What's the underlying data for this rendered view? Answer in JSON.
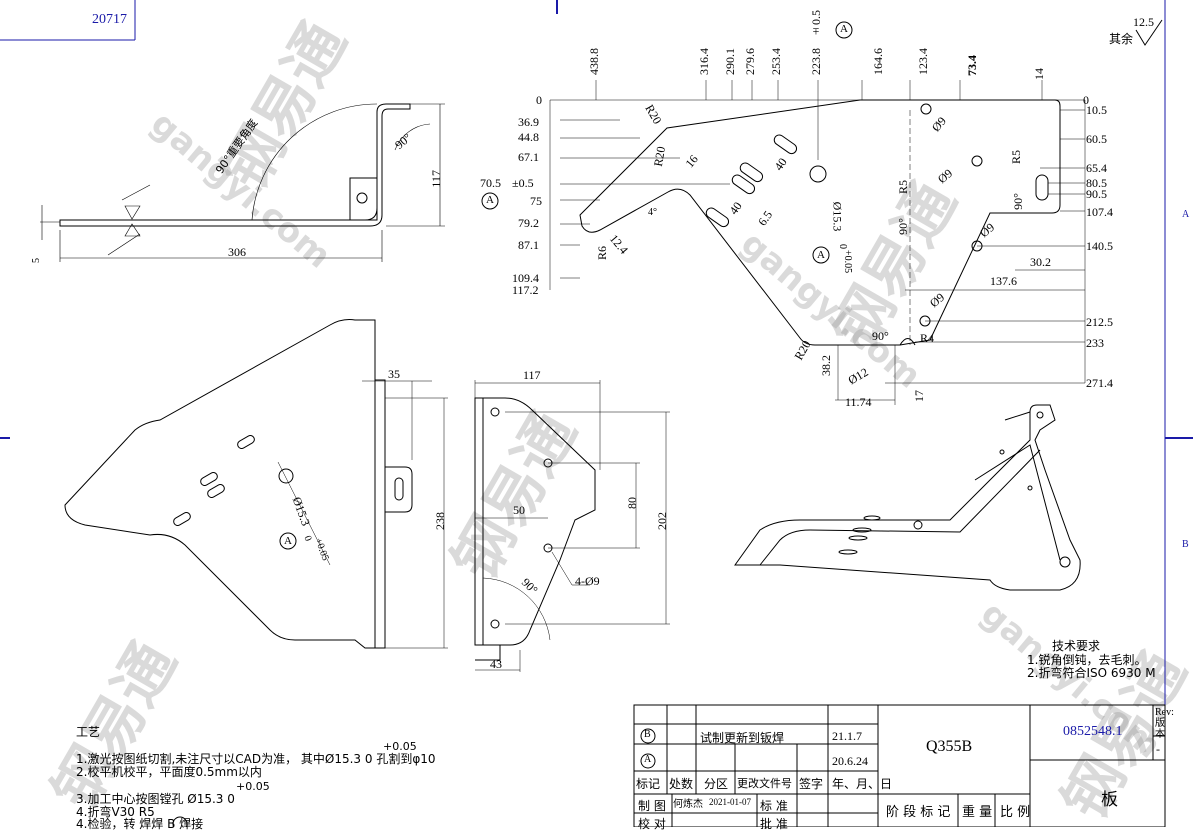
{
  "drawing_number_top": "20717",
  "roughness": {
    "value": "12.5",
    "label": "其余"
  },
  "top_view": {
    "dims_vertical": [
      "0",
      "36.9",
      "44.8",
      "67.1",
      "70.5",
      "±0.5",
      "75",
      "79.2",
      "87.1",
      "109.4",
      "117.2"
    ],
    "dims_top": [
      "438.8",
      "316.4",
      "290.1",
      "279.6",
      "253.4",
      "223.8",
      "±0.5",
      "164.6",
      "123.4",
      "73.4",
      "14",
      "0"
    ],
    "dims_right": [
      "0",
      "10.5",
      "60.5",
      "65.4",
      "80.5",
      "90.5",
      "107.4",
      "140.5",
      "212.5",
      "233",
      "271.4"
    ],
    "labels": [
      "R20",
      "R20",
      "R20",
      "R6",
      "12.4",
      "16",
      "40",
      "40",
      "6.5",
      "Ø15.3",
      "+0.05",
      "0",
      "Ø9",
      "Ø9",
      "Ø9",
      "Ø9",
      "Ø12",
      "R5",
      "R5",
      "90°",
      "90°",
      "90°",
      "4°",
      "30.2",
      "137.6",
      "38.2",
      "11.74",
      "17",
      "R4"
    ],
    "datum": "A"
  },
  "side_view": {
    "dims": [
      "306",
      "117",
      "5"
    ],
    "angle": "90°",
    "angle_note": "90°重要角度"
  },
  "front_view": {
    "dims": [
      "35",
      "238"
    ],
    "hole": "Ø15.3",
    "tol_upper": "+0.05",
    "tol_lower": "0",
    "datum": "A"
  },
  "right_view": {
    "dims": [
      "117",
      "80",
      "202",
      "50",
      "43"
    ],
    "holes": "4-Ø9",
    "angle": "90°"
  },
  "tech_req": {
    "title": "技术要求",
    "items": [
      "1.锐角倒钝，去毛刺。",
      "2.折弯符合ISO 6930 M"
    ]
  },
  "process": {
    "title": "工艺",
    "tol_upper": "+0.05",
    "line1": "1.激光按图纸切割,未注尺寸以CAD为准， 其中Ø15.3   0     孔割到φ10",
    "line2": "2.校平机校平，平面度0.5mm以内",
    "tol_upper2": "+0.05",
    "line3": "3.加工中心按图镗孔 Ø15.3   0",
    "line4": "4.折弯V30 R5",
    "line5": "4.检验，转 焊焊 B  焊接"
  },
  "title_block": {
    "rev_b": "B",
    "rev_b_desc": "试制更新到钣焊",
    "rev_b_date": "21.1.7",
    "rev_a": "A",
    "rev_a_date": "20.6.24",
    "material": "Q355B",
    "part_number": "0852548.1",
    "rev_label": "Rev:版本",
    "rev_value": "-",
    "headers": [
      "标记",
      "处数",
      "分区",
      "更改文件号",
      "签字",
      "年、月、日"
    ],
    "drawn_label": "制 图",
    "drawn_by": "何炼杰",
    "drawn_date": "2021-01-07",
    "std_label": "标 准",
    "check_label": "校 对",
    "approve_label": "批 准",
    "stage_headers": [
      "阶 段 标 记",
      "重 量",
      "比 例"
    ],
    "part_name": "板"
  },
  "zones": [
    "A",
    "B"
  ],
  "watermarks": [
    "钢易通",
    "gangyi.com"
  ]
}
